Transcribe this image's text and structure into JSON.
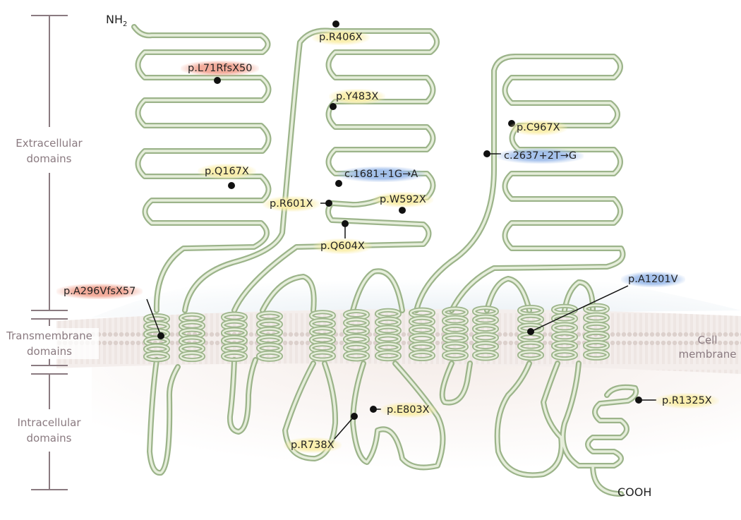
{
  "domains": {
    "extracellular": [
      "Extracellular",
      "domains"
    ],
    "transmembrane": [
      "Transmembrane",
      "domains"
    ],
    "intracellular": [
      "Intracellular",
      "domains"
    ]
  },
  "cell_membrane": [
    "Cell",
    "membrane"
  ],
  "termini": {
    "n": "NH",
    "n_sub": "2",
    "c": "COOH"
  },
  "mutations": [
    {
      "id": "L71",
      "label": "p.L71RfsX50",
      "color": "red"
    },
    {
      "id": "R406",
      "label": "p.R406X",
      "color": "yellow"
    },
    {
      "id": "Y483",
      "label": "p.Y483X",
      "color": "yellow"
    },
    {
      "id": "C967",
      "label": "p.C967X",
      "color": "yellow"
    },
    {
      "id": "c2637",
      "label": "c.2637+2T→G",
      "color": "blue"
    },
    {
      "id": "Q167",
      "label": "p.Q167X",
      "color": "yellow"
    },
    {
      "id": "c1681",
      "label": "c.1681+1G→A",
      "color": "blue"
    },
    {
      "id": "R601",
      "label": "p.R601X",
      "color": "yellow"
    },
    {
      "id": "W592",
      "label": "p.W592X",
      "color": "yellow"
    },
    {
      "id": "Q604",
      "label": "p.Q604X",
      "color": "yellow"
    },
    {
      "id": "A296",
      "label": "p.A296VfsX57",
      "color": "red"
    },
    {
      "id": "A1201",
      "label": "p.A1201V",
      "color": "blue"
    },
    {
      "id": "R1325",
      "label": "p.R1325X",
      "color": "yellow"
    },
    {
      "id": "E803",
      "label": "p.E803X",
      "color": "yellow"
    },
    {
      "id": "R738",
      "label": "p.R738X",
      "color": "yellow"
    }
  ],
  "colors": {
    "chain": "#9cb48a",
    "chain_fill": "#e6eedb",
    "marker": "#111111",
    "bracket": "#8a7a80",
    "membrane": "#e7dcd8",
    "extracellular_bg": "#e9f0f4",
    "intracellular_bg": "#efe2dc"
  }
}
